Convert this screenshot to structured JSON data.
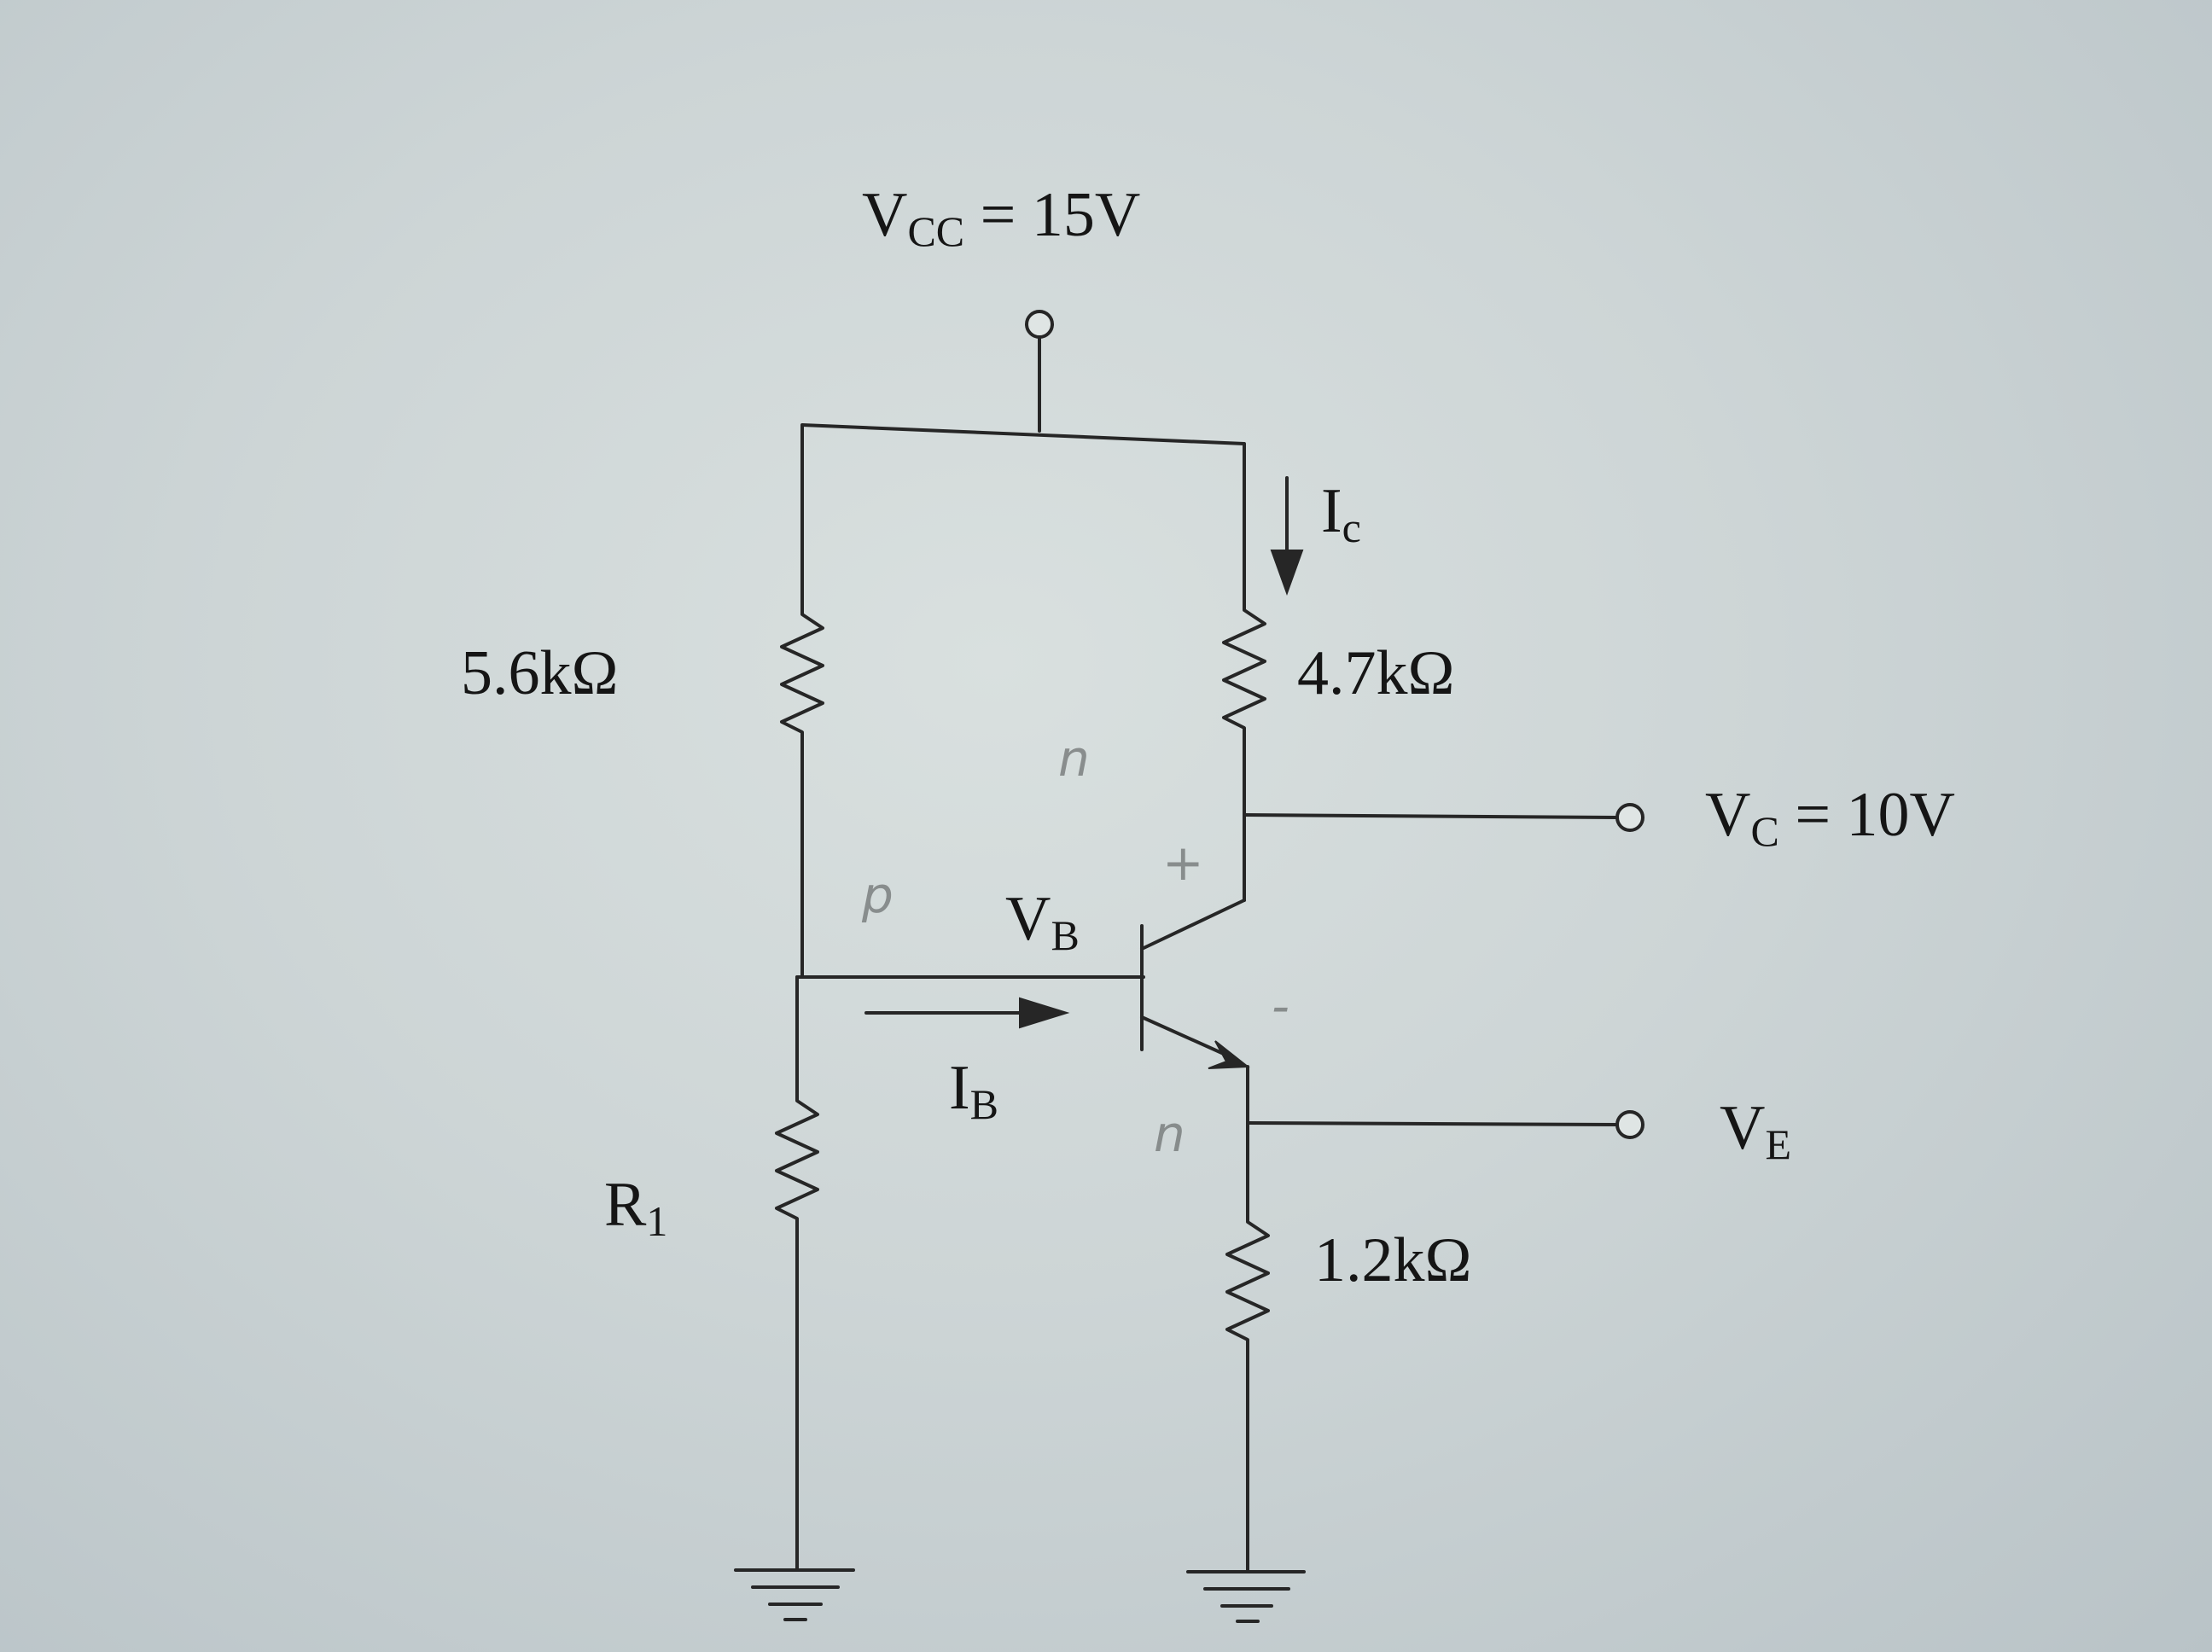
{
  "labels": {
    "vcc": {
      "main": "V",
      "sub": "CC",
      "rest": " = 15V"
    },
    "r_top_left": "5.6kΩ",
    "r_collector": "4.7kΩ",
    "r_emitter": "1.2kΩ",
    "r_bottom_left": {
      "main": "R",
      "sub": "1"
    },
    "ic": {
      "main": "I",
      "sub": "c"
    },
    "ib": {
      "main": "I",
      "sub": "B"
    },
    "vb": {
      "main": "V",
      "sub": "B"
    },
    "vc": {
      "main": "V",
      "sub": "C",
      "rest": " = 10V"
    },
    "ve": {
      "main": "V",
      "sub": "E"
    }
  },
  "pencil_marks": {
    "collector_region": "n",
    "base_region": "p",
    "emitter_region": "n",
    "collector_polarity": "+",
    "emitter_polarity": "-"
  }
}
